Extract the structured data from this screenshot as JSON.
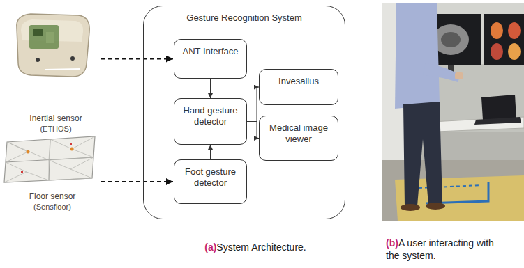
{
  "diagram": {
    "nodes": [
      {
        "text": [
          "Inertial sensor",
          "(ETHOS)"
        ]
      },
      {
        "text": [
          "Floor sensor",
          "(Sensfloor)"
        ]
      },
      {
        "text": [
          "Gesture Recognition System"
        ]
      },
      {
        "text": [
          "ANT Interface"
        ],
        "in": 2
      },
      {
        "text": [
          "Hand gesture detector"
        ],
        "in": 2
      },
      {
        "text": [
          "Foot gesture detector"
        ],
        "in": 2
      },
      {
        "text": [
          "Invesalius"
        ],
        "in": 2
      },
      {
        "text": [
          "Medical image viewer"
        ],
        "in": 2
      }
    ],
    "edges": [
      {
        "from": 0,
        "to": 3,
        "arrow": "to"
      },
      {
        "from": 1,
        "to": 5,
        "arrow": "to"
      },
      {
        "from": 3,
        "to": 4,
        "arrow": "to"
      },
      {
        "from": 5,
        "to": 4,
        "arrow": "to"
      },
      {
        "from": 4,
        "to": 6,
        "arrow": "to"
      },
      {
        "from": 4,
        "to": 7,
        "arrow": "to"
      }
    ],
    "labels": [
      "(a)",
      "System Architecture.",
      "(b)",
      "A user interacting with the system."
    ]
  }
}
